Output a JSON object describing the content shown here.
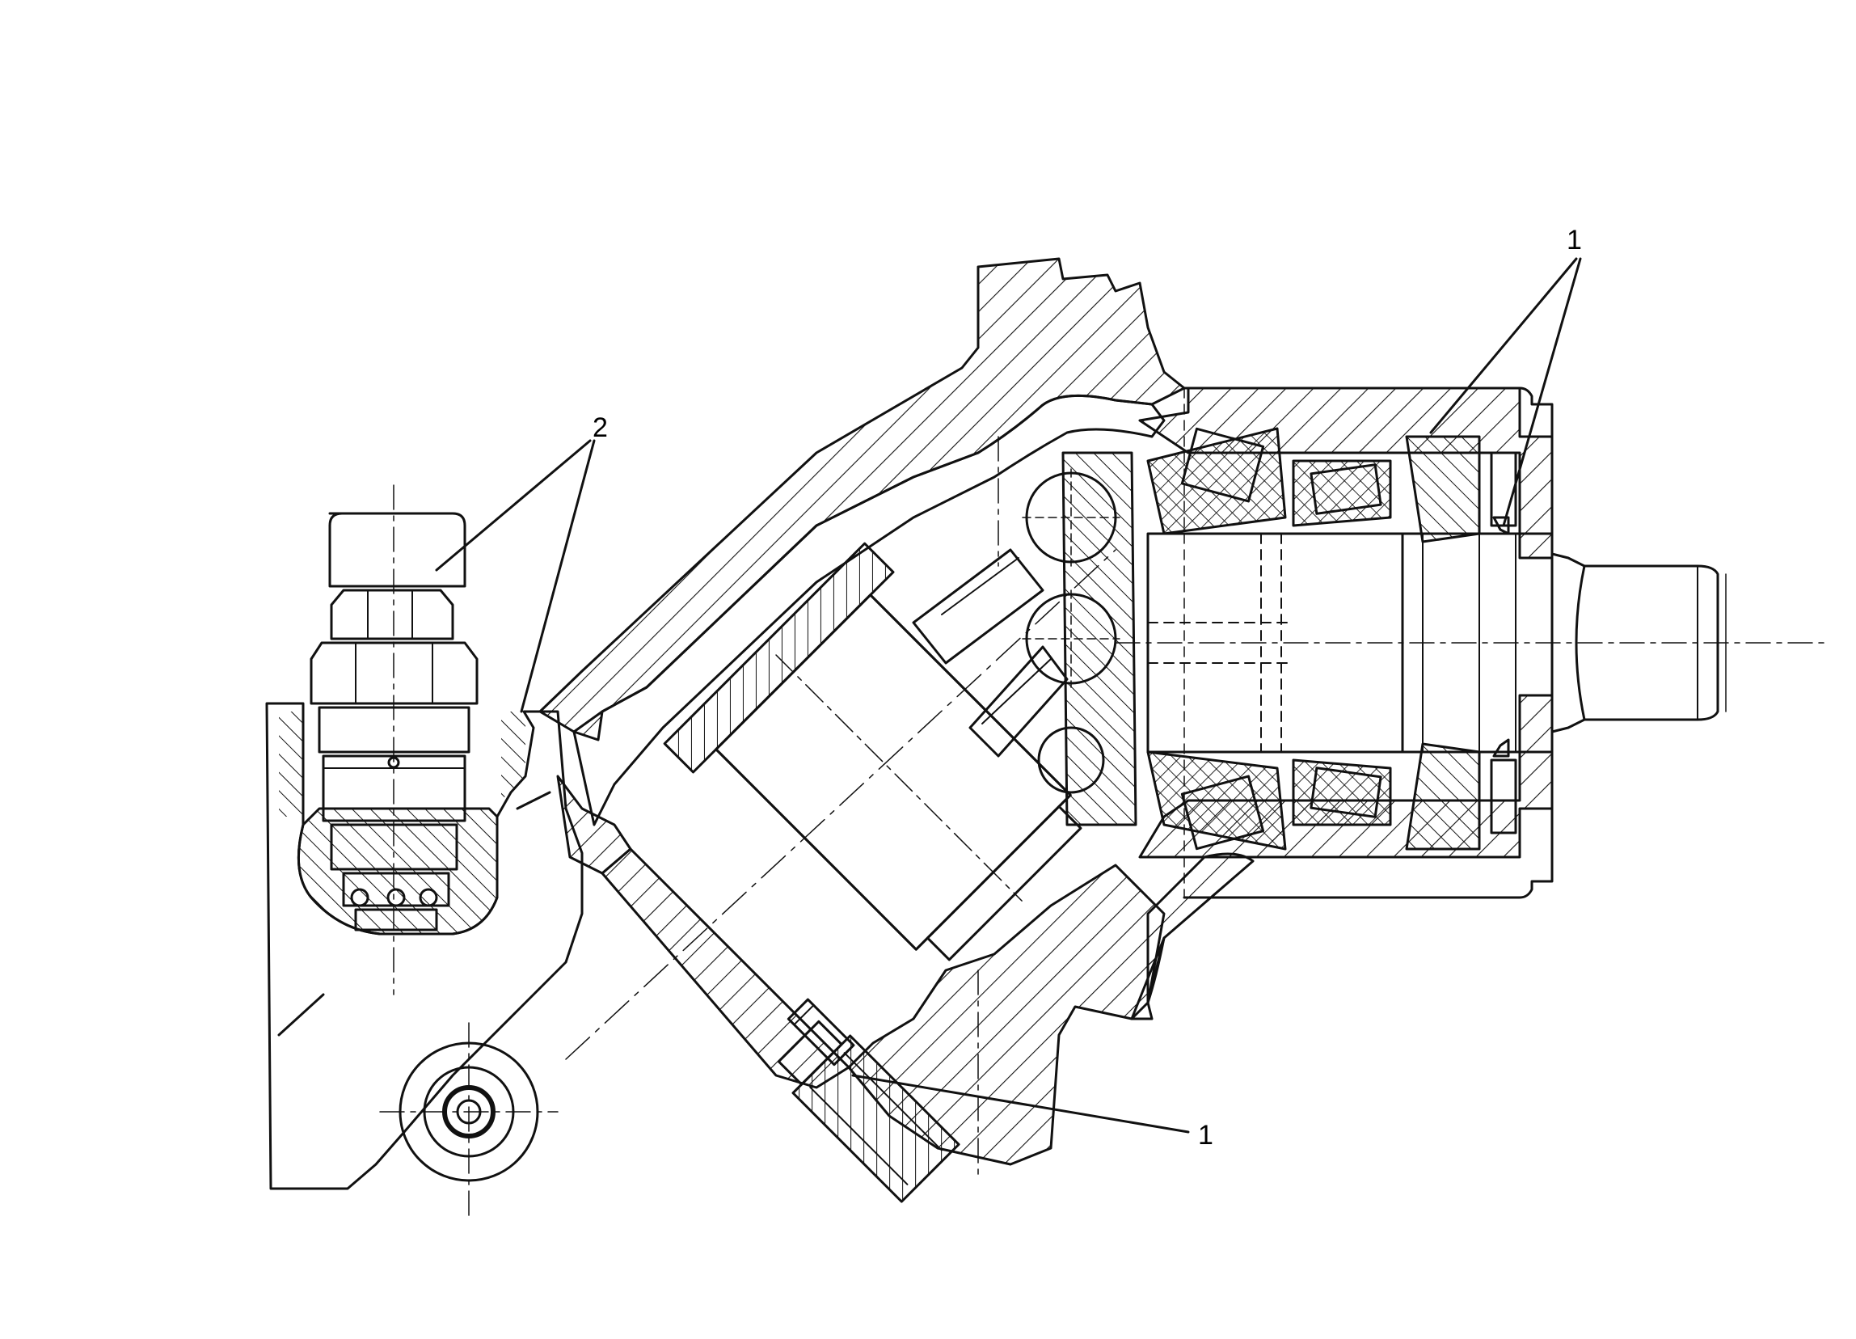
{
  "callouts": {
    "item_1_top": "1",
    "item_1_bottom": "1",
    "item_2": "2"
  },
  "colors": {
    "ink": "#111111",
    "background": "#ffffff"
  }
}
